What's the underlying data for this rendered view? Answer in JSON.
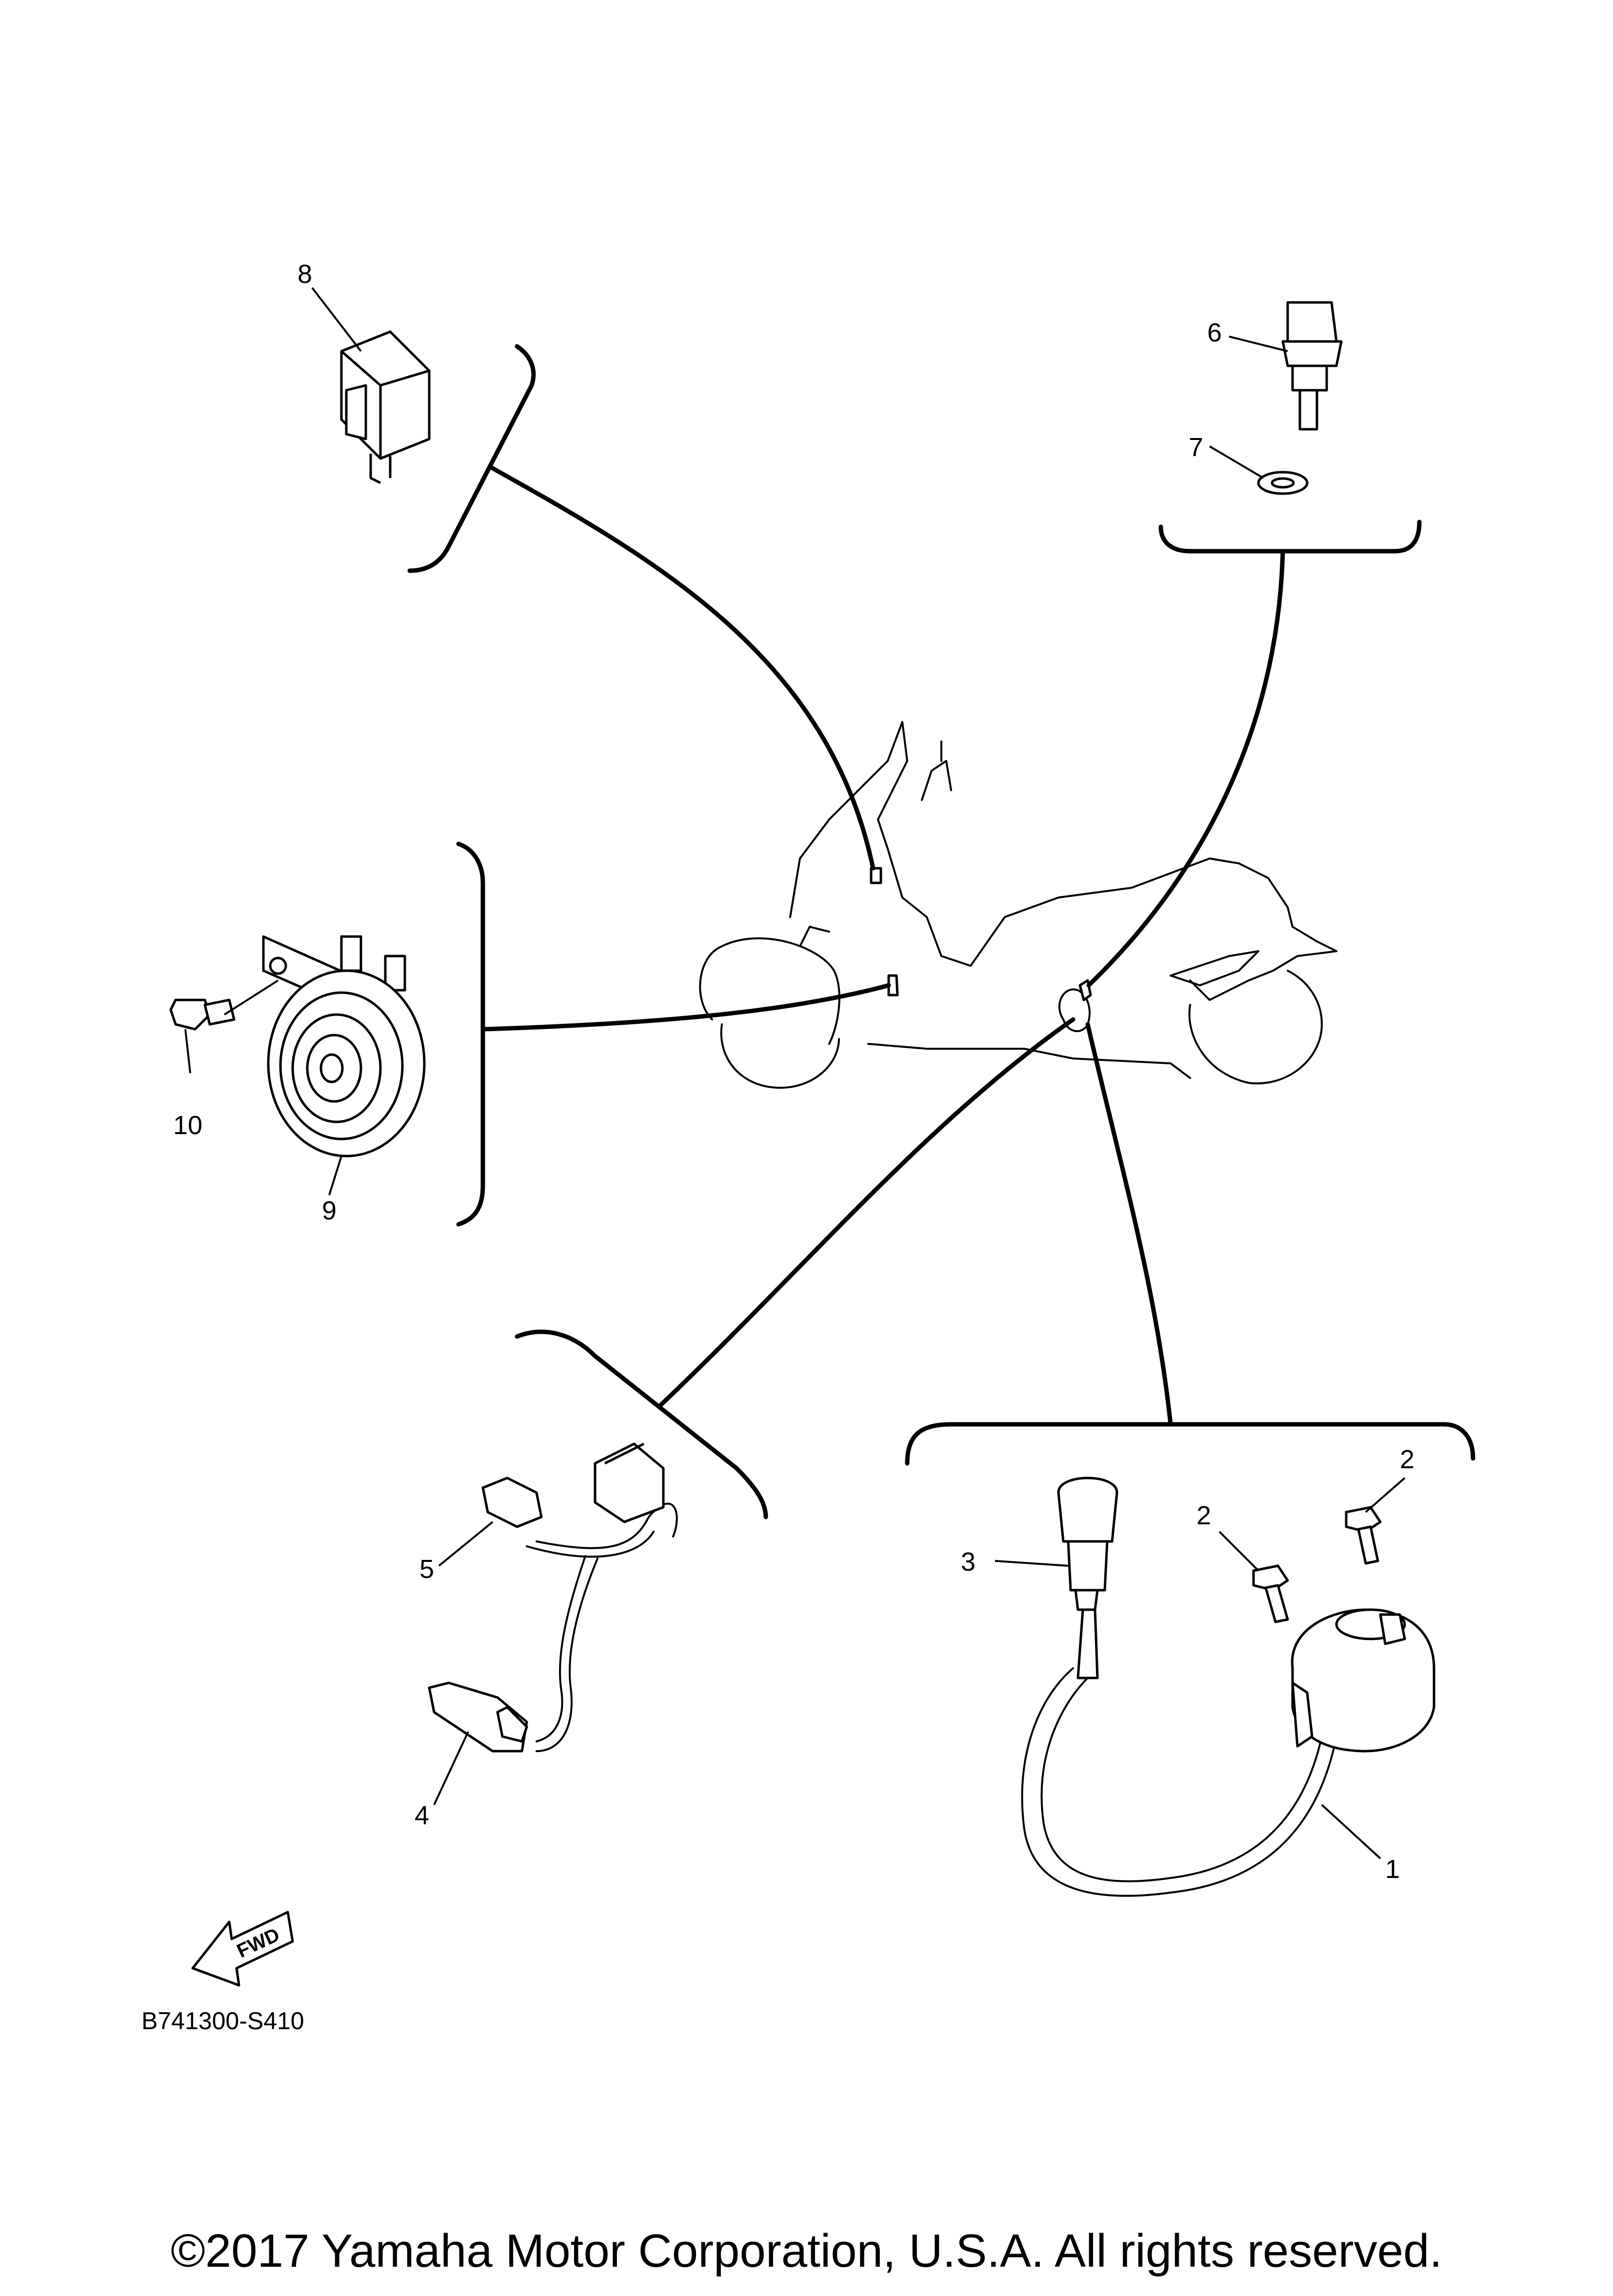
{
  "callouts": {
    "n1": "1",
    "n2a": "2",
    "n2b": "2",
    "n3": "3",
    "n4": "4",
    "n5": "5",
    "n6": "6",
    "n7": "7",
    "n8": "8",
    "n9": "9",
    "n10": "10"
  },
  "fwd_label": "FWD",
  "diagram_code": "B741300-S410",
  "copyright": "©2017 Yamaha Motor Corporation, U.S.A. All rights reserved."
}
